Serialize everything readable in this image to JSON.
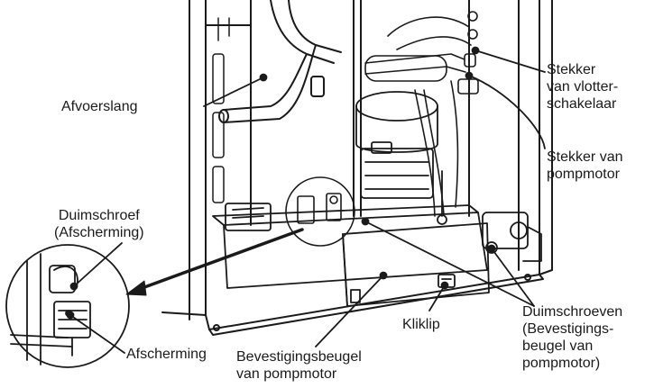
{
  "labels": {
    "afvoerslang": "Afvoerslang",
    "duimschroef_afscherming": "Duimschroef\n(Afscherming)",
    "afscherming": "Afscherming",
    "stekker_vlotterschakelaar": "Stekker\nvan vlotter-\nschakelaar",
    "stekker_pompmotor": "Stekker van\npompmotor",
    "duimschroeven_beugel": "Duimschroeven\n(Bevestigings-\nbeugel van\npompmotor)",
    "kliklip": "Kliklip",
    "bevestigingsbeugel": "Bevestigingsbeugel\nvan pompmotor"
  }
}
